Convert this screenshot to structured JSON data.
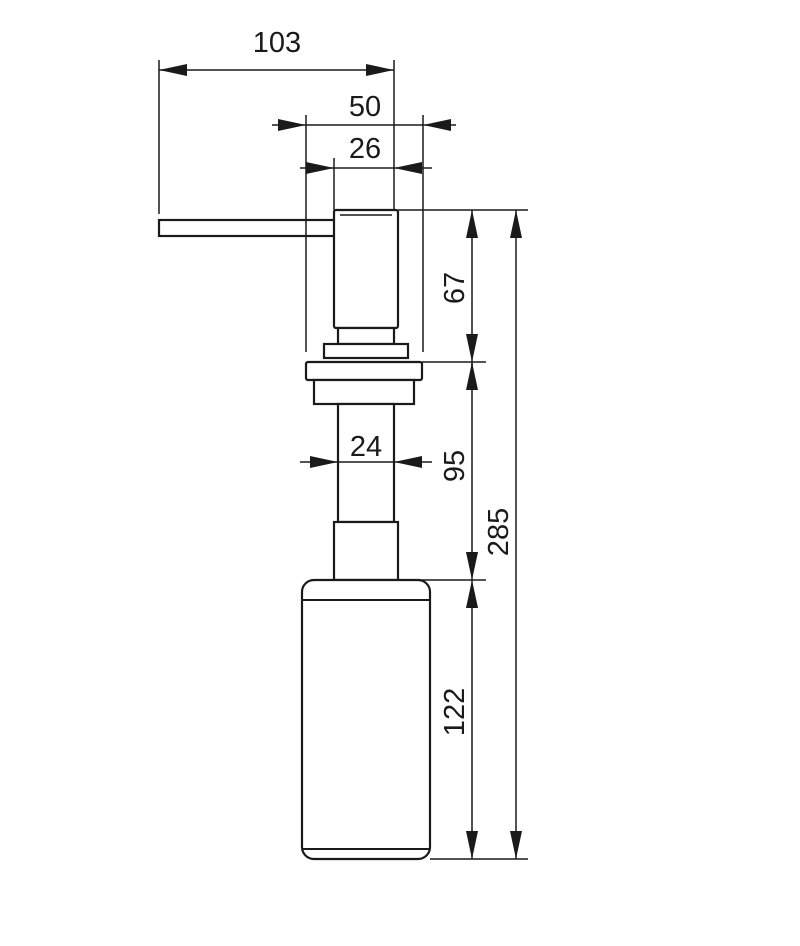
{
  "dimensions": {
    "total_width": "103",
    "collar_width": "50",
    "pump_width": "26",
    "pump_height": "67",
    "tube_width": "24",
    "shank_height": "95",
    "overall_height": "285",
    "bottle_height": "122"
  }
}
